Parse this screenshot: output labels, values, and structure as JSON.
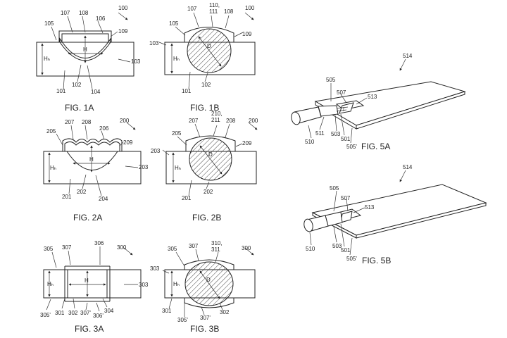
{
  "figures": {
    "fig1a": {
      "caption": "FIG. 1A",
      "refs": {
        "r100": "100",
        "r105": "105",
        "r107": "107",
        "r108": "108",
        "r106": "106",
        "r109": "109",
        "rH": "H",
        "rHH": "Hₕ",
        "r103": "103",
        "r101": "101",
        "r102": "102",
        "r104": "104"
      }
    },
    "fig1b": {
      "caption": "FIG. 1B",
      "refs": {
        "r100": "100",
        "r107": "107",
        "r110": "110,",
        "r111": "111",
        "r108": "108",
        "r105": "105",
        "r109": "109",
        "r103": "103",
        "rD": "D",
        "rHH": "Hₕ",
        "r101": "101",
        "r102": "102"
      }
    },
    "fig2a": {
      "caption": "FIG. 2A",
      "refs": {
        "r200": "200",
        "r207": "207",
        "r208": "208",
        "r206": "206",
        "r205": "205",
        "r209": "209",
        "rH": "H",
        "rHH": "Hₕ",
        "r203": "203",
        "r201": "201",
        "r202": "202",
        "r204": "204"
      }
    },
    "fig2b": {
      "caption": "FIG. 2B",
      "refs": {
        "r200": "200",
        "r210": "210,",
        "r211": "211",
        "r207": "207",
        "r208": "208",
        "r205": "205",
        "r209": "209",
        "r203": "203",
        "rD": "D",
        "rHH": "Hₕ",
        "r201": "201",
        "r202": "202"
      }
    },
    "fig3a": {
      "caption": "FIG. 3A",
      "refs": {
        "r300": "300",
        "r305": "305",
        "r307": "307",
        "r306": "306",
        "rHH": "Hₕ",
        "rH": "H",
        "r303": "303",
        "r305p": "305'",
        "r301": "301",
        "r302": "302",
        "r307p": "307'",
        "r306p": "306'",
        "r304": "304"
      }
    },
    "fig3b": {
      "caption": "FIG. 3B",
      "refs": {
        "r300": "300",
        "r305": "305",
        "r307": "307",
        "r310": "310,",
        "r311": "311",
        "r303": "303",
        "rD": "D",
        "rHH": "Hₕ",
        "r301": "301",
        "r305p": "305'",
        "r307p": "307'",
        "r302": "302"
      }
    },
    "fig5a": {
      "caption": "FIG. 5A",
      "refs": {
        "r514": "514",
        "r505": "505",
        "r507": "507",
        "r513": "513",
        "r510": "510",
        "r511": "511",
        "r503": "503",
        "r501": "501",
        "r505p": "505'"
      }
    },
    "fig5b": {
      "caption": "FIG. 5B",
      "refs": {
        "r514": "514",
        "r505": "505",
        "r507": "507",
        "r513": "513",
        "r510": "510",
        "r503": "503",
        "r501": "501",
        "r505p": "505'"
      }
    }
  }
}
